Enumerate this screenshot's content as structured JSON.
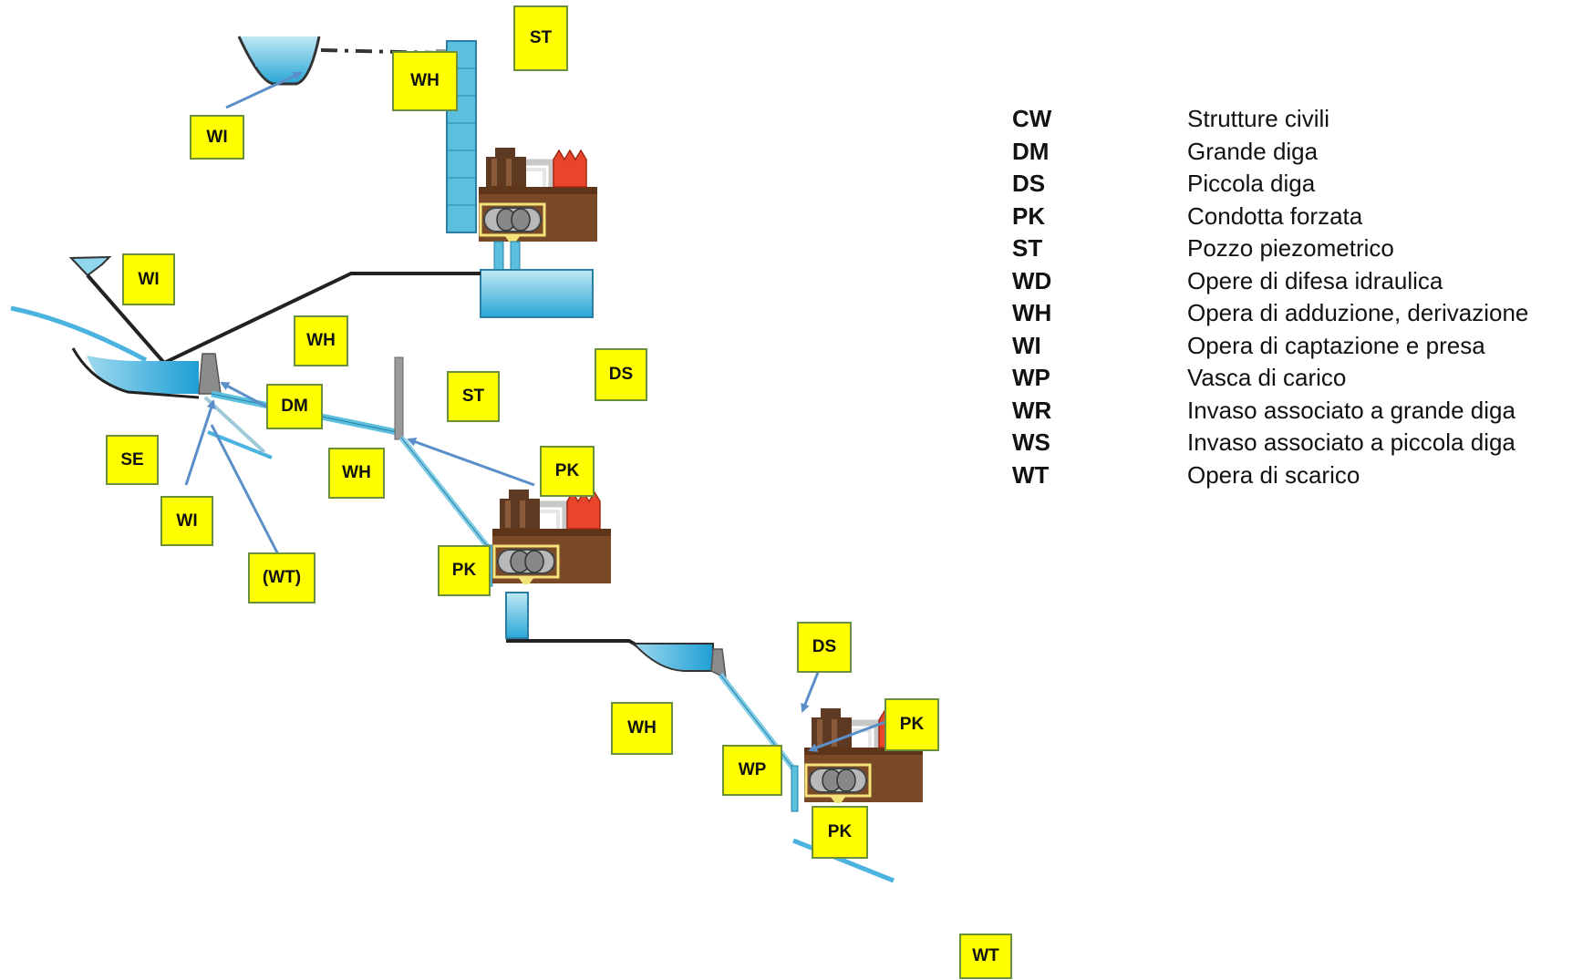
{
  "labels": {
    "wi_top": "WI",
    "wh_top": "WH",
    "st_top": "ST",
    "wi_left": "WI",
    "wh_mid": "WH",
    "ds_mid": "DS",
    "dm": "DM",
    "se": "SE",
    "wi_dam": "WI",
    "wt_paren": "(WT)",
    "wh_low": "WH",
    "st_mid": "ST",
    "pk_mid": "PK",
    "pk_mid2": "PK",
    "ds_low": "DS",
    "pk_low": "PK",
    "wh_bottom": "WH",
    "wp": "WP",
    "pk_bottom": "PK",
    "wt_bottom": "WT"
  },
  "legend": [
    {
      "code": "CW",
      "desc": "Strutture civili"
    },
    {
      "code": "DM",
      "desc": "Grande diga"
    },
    {
      "code": "DS",
      "desc": "Piccola diga"
    },
    {
      "code": "PK",
      "desc": "Condotta forzata"
    },
    {
      "code": "ST",
      "desc": "Pozzo piezometrico"
    },
    {
      "code": "WD",
      "desc": "Opere di difesa idraulica"
    },
    {
      "code": "WH",
      "desc": "Opera di adduzione, derivazione"
    },
    {
      "code": "WI",
      "desc": "Opera di captazione e presa"
    },
    {
      "code": "WP",
      "desc": "Vasca di carico"
    },
    {
      "code": "WR",
      "desc": "Invaso associato a grande diga"
    },
    {
      "code": "WS",
      "desc": "Invaso associato a piccola diga"
    },
    {
      "code": "WT",
      "desc": "Opera di scarico"
    }
  ],
  "colors": {
    "tag_fill": "#ffff00",
    "tag_border": "#6b8f3a",
    "water": "#5bc0de",
    "arrow": "#5b8fc9",
    "building": "#7a4a28",
    "transformer": "#e8452a"
  }
}
